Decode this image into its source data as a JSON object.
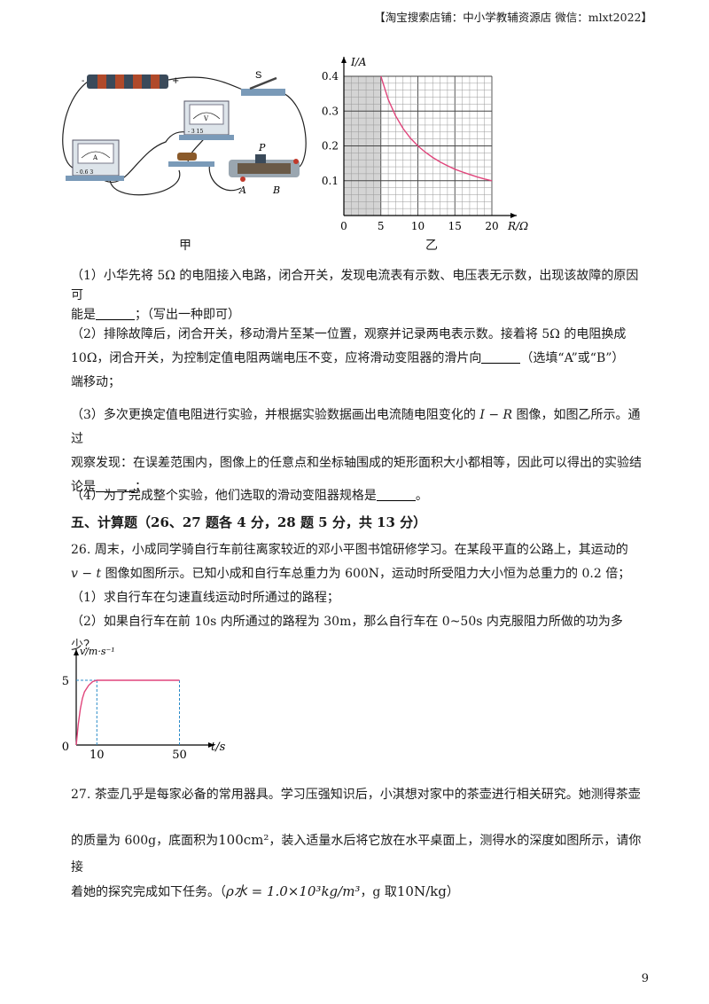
{
  "header": "【淘宝搜索店铺：中小学教辅资源店  微信：mlxt2022】",
  "figure_jia": {
    "caption": "甲",
    "switch_label": "S",
    "slider_label": "P",
    "terminal_a": "A",
    "terminal_b": "B",
    "ammeter_symbol": "A",
    "ammeter_terminals": "- 0.6  3",
    "voltmeter_symbol": "V",
    "voltmeter_terminals": "- 3  15",
    "battery_minus": "-",
    "battery_plus": "+"
  },
  "figure_yi": {
    "caption": "乙",
    "ylabel": "I/A",
    "xlabel": "R/Ω",
    "x_ticks": [
      "0",
      "5",
      "10",
      "15",
      "20"
    ],
    "y_ticks": [
      "0.1",
      "0.2",
      "0.3",
      "0.4"
    ]
  },
  "chart_data": [
    {
      "type": "line",
      "xlabel": "R/Ω",
      "ylabel": "I/A",
      "xlim": [
        0,
        20
      ],
      "ylim": [
        0,
        0.4
      ],
      "grid": true,
      "x_ticks": [
        0,
        5,
        10,
        15,
        20
      ],
      "y_ticks": [
        0.1,
        0.2,
        0.3,
        0.4
      ],
      "shaded_x": [
        0,
        5
      ],
      "x": [
        5,
        6,
        7,
        8,
        9,
        10,
        11,
        12,
        13,
        14,
        15,
        16,
        17,
        18,
        19,
        20
      ],
      "y": [
        0.4,
        0.333,
        0.286,
        0.25,
        0.222,
        0.2,
        0.182,
        0.167,
        0.154,
        0.143,
        0.133,
        0.125,
        0.118,
        0.111,
        0.105,
        0.1
      ]
    },
    {
      "type": "line",
      "xlabel": "t/s",
      "ylabel": "v/m·s⁻¹",
      "xlim": [
        0,
        55
      ],
      "ylim": [
        0,
        6
      ],
      "x_ticks": [
        0,
        10,
        50
      ],
      "y_ticks": [
        5
      ],
      "x": [
        0,
        1,
        2,
        3,
        4,
        6,
        8,
        10,
        50
      ],
      "y": [
        0,
        1.6,
        2.8,
        3.6,
        4.1,
        4.6,
        4.9,
        5,
        5
      ]
    }
  ],
  "q25": {
    "p1a": "（1）小华先将 5Ω 的电阻接入电路，闭合开关，发现电流表有示数、电压表无示数，出现该故障的原因可",
    "p1b": "能是",
    "p1c": "；（写出一种即可）",
    "p2a": "（2）排除故障后，闭合开关，移动滑片至某一位置，观察并记录两电表示数。接着将 5Ω 的电阻换成",
    "p2b": "10Ω，闭合开关，为控制定值电阻两端电压不变，应将滑动变阻器的滑片向",
    "p2c": "（选填“A”或“B”）",
    "p2d": "端移动；",
    "p3a": "（3）多次更换定值电阻进行实验，并根据实验数据画出电流随电阻变化的",
    "p3_math": "I − R",
    "p3b": "图像，如图乙所示。通过",
    "p3c": "观察发现：在误差范围内，图像上的任意点和坐标轴围成的矩形面积大小都相等，因此可以得出的实验结",
    "p3d": "论是",
    "p3e": "；",
    "p4a": "（4）为了完成整个实验，他们选取的滑动变阻器规格是",
    "p4b": "。"
  },
  "section5": "五、计算题（26、27 题各 4 分，28 题 5 分，共 13 分）",
  "q26": {
    "l1": "26. 周末，小成同学骑自行车前往离家较近的邓小平图书馆研修学习。在某段平直的公路上，其运动的",
    "l2_math": "v − t",
    "l2": "图像如图所示。已知小成和自行车总重力为 600N，运动时所受阻力大小恒为总重力的 0.2 倍；",
    "l3": "（1）求自行车在匀速直线运动时所通过的路程；",
    "l4": "（2）如果自行车在前 10s 内所通过的路程为 30m，那么自行车在 0~50s 内克服阻力所做的功为多少？",
    "ylabel": "v/m·s⁻¹",
    "xlabel": "t/s",
    "y5": "5",
    "x0": "0",
    "x10": "10",
    "x50": "50"
  },
  "q27": {
    "l1": "27. 茶壶几乎是每家必备的常用器具。学习压强知识后，小淇想对家中的茶壶进行相关研究。她测得茶壶",
    "l2a": "的质量为 600g，底面积为",
    "l2_formula": "100cm²",
    "l2b": "，装入适量水后将它放在水平桌面上，测得水的深度如图所示，请你接",
    "l3a": "着她的探究完成如下任务。（",
    "l3_formula": "ρ水 = 1.0×10³kg/m³",
    "l3b": "，g 取",
    "l3_g": "10N/kg",
    "l3c": "）"
  },
  "page_number": "9"
}
